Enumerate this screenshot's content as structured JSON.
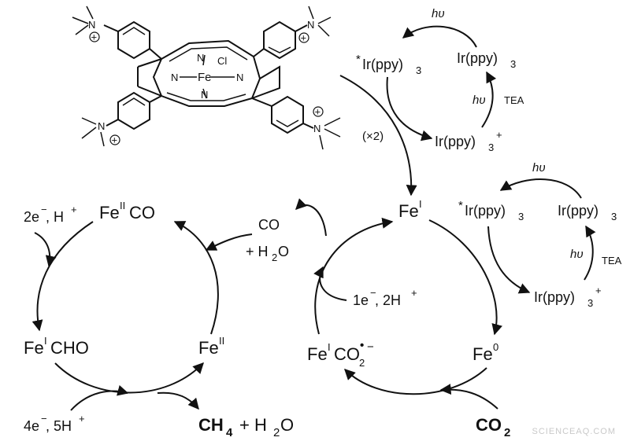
{
  "labels": {
    "fe1": "Fe",
    "fe1_sup": "I",
    "fe2co_fe": "Fe",
    "fe2co_sup": "II",
    "fe2co_co": "CO",
    "fe1cho_fe": "Fe",
    "fe1cho_sup": "I",
    "fe1cho_cho": "CHO",
    "fe2_fe": "Fe",
    "fe2_sup": "II",
    "fe0_fe": "Fe",
    "fe0_sup": "0",
    "feco2_fe": "Fe",
    "feco2_sup": "I",
    "feco2_co": "CO",
    "feco2_sub": "2",
    "feco2_rad": "•",
    "feco2_charge": "−",
    "reagent_2e_1": "2e",
    "reagent_2e_2": "−",
    "reagent_2e_3": ", H",
    "reagent_2e_4": "+",
    "reagent_4e_1": "4e",
    "reagent_4e_2": "−",
    "reagent_4e_3": ", 5H",
    "reagent_4e_4": "+",
    "reagent_1e_1": "1e",
    "reagent_1e_2": "−",
    "reagent_1e_3": ", 2H",
    "reagent_1e_4": "+",
    "co_released": "CO",
    "h2o_released_1": "+ H",
    "h2o_released_2": "2",
    "h2o_released_3": "O",
    "ch4_1": "CH",
    "ch4_2": "4",
    "ch4_plus": "+ H",
    "ch4_h2o_2": "2",
    "ch4_h2o_3": "O",
    "co2_1": "CO",
    "co2_2": "2",
    "times2": "(×2)"
  },
  "ir_cycles": [
    {
      "hv_top": "hυ",
      "hv_side": "hυ",
      "tea": "TEA",
      "excited_star": "*",
      "excited": "Ir(ppy)",
      "excited_sub": "3",
      "ground": "Ir(ppy)",
      "ground_sub": "3",
      "oxidized": "Ir(ppy)",
      "oxidized_sub": "3",
      "oxidized_sup": "+"
    },
    {
      "hv_top": "hυ",
      "hv_side": "hυ",
      "tea": "TEA",
      "excited_star": "*",
      "excited": "Ir(ppy)",
      "excited_sub": "3",
      "ground": "Ir(ppy)",
      "ground_sub": "3",
      "oxidized": "Ir(ppy)",
      "oxidized_sub": "3",
      "oxidized_sup": "+"
    }
  ],
  "porphyrin": {
    "n_atoms": [
      "N",
      "N",
      "N",
      "N"
    ],
    "metal": "Fe",
    "axial": "Cl",
    "amine_n": [
      "N",
      "N",
      "N",
      "N"
    ],
    "charge": [
      "+",
      "+",
      "+",
      "+"
    ]
  },
  "watermark": "SCIENCEAQ.COM"
}
